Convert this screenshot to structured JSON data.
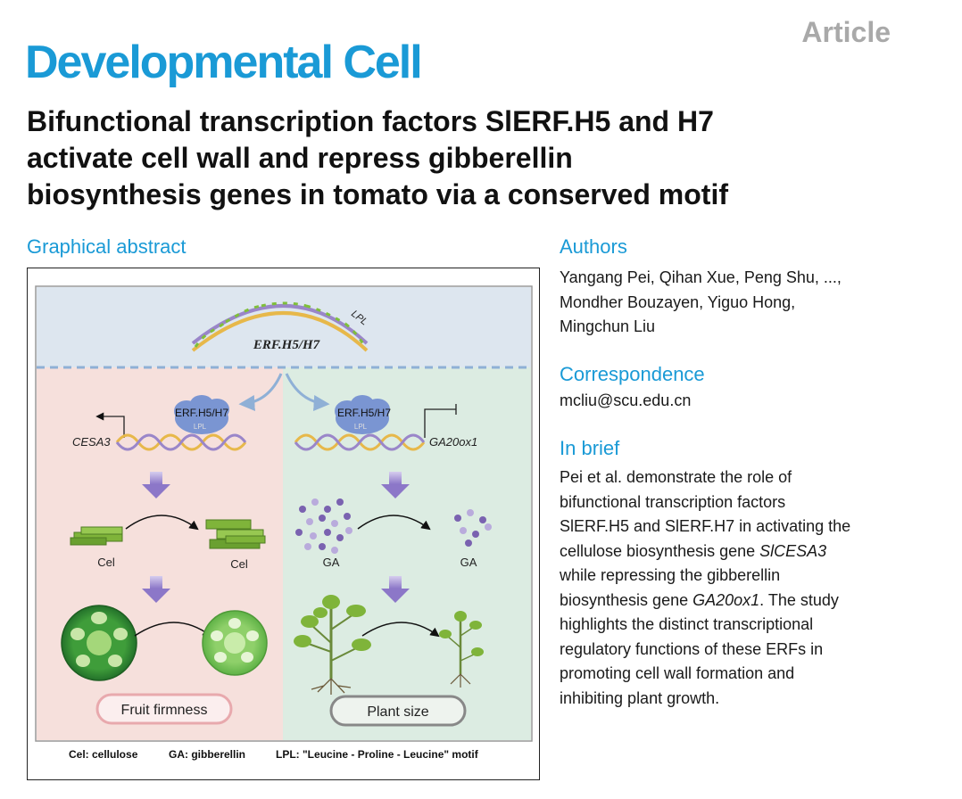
{
  "header": {
    "article_label": "Article",
    "journal": "Developmental Cell",
    "title_lines": [
      "Bifunctional transcription factors SlERF.H5 and H7",
      "activate cell wall and repress gibberellin",
      "biosynthesis genes in tomato via a conserved motif"
    ]
  },
  "graphical_abstract": {
    "heading": "Graphical abstract",
    "dna_label": "ERF.H5/H7",
    "lpl_label": "LPL",
    "left": {
      "protein_label": "ERF.H5/H7",
      "protein_sub": "LPL",
      "gene": "CESA3",
      "cel_left": "Cel",
      "cel_right": "Cel",
      "outcome": "Fruit firmness"
    },
    "right": {
      "protein_label": "ERF.H5/H7",
      "protein_sub": "LPL",
      "gene": "GA20ox1",
      "ga_left": "GA",
      "ga_right": "GA",
      "outcome": "Plant size"
    },
    "legend": {
      "cel": "Cel: cellulose",
      "ga": "GA: gibberellin",
      "lpl": "LPL: \"Leucine - Proline - Leucine\" motif"
    },
    "colors": {
      "top_band": "#dde6ef",
      "left_panel": "#f6e0dc",
      "right_panel": "#dcece2",
      "accent_blue": "#1a9ad6"
    }
  },
  "authors": {
    "heading": "Authors",
    "lines": [
      "Yangang Pei, Qihan Xue, Peng Shu, ...,",
      "Mondher Bouzayen, Yiguo Hong,",
      "Mingchun Liu"
    ]
  },
  "correspondence": {
    "heading": "Correspondence",
    "email": "mcliu@scu.edu.cn"
  },
  "in_brief": {
    "heading": "In brief",
    "lines": [
      [
        {
          "t": "Pei et al. demonstrate the role of"
        }
      ],
      [
        {
          "t": "bifunctional transcription factors"
        }
      ],
      [
        {
          "t": "SlERF.H5 and SlERF.H7 in activating the"
        }
      ],
      [
        {
          "t": "cellulose biosynthesis gene "
        },
        {
          "t": "SlCESA3",
          "i": true
        }
      ],
      [
        {
          "t": "while repressing the gibberellin"
        }
      ],
      [
        {
          "t": "biosynthesis gene "
        },
        {
          "t": "GA20ox1",
          "i": true
        },
        {
          "t": ". The study"
        }
      ],
      [
        {
          "t": "highlights the distinct transcriptional"
        }
      ],
      [
        {
          "t": "regulatory functions of these ERFs in"
        }
      ],
      [
        {
          "t": "promoting cell wall formation and"
        }
      ],
      [
        {
          "t": "inhibiting plant growth."
        }
      ]
    ]
  }
}
